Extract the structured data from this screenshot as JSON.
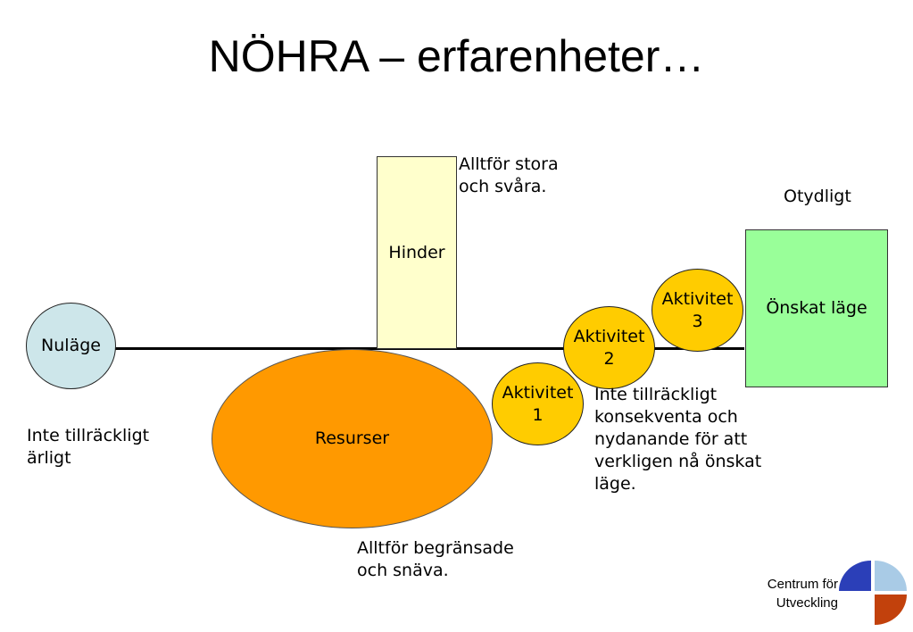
{
  "title": "NÖHRA – erfarenheter…",
  "nodes": {
    "nulage": "Nuläge",
    "resurser": "Resurser",
    "hinder": "Hinder",
    "onskat_lage": "Önskat läge",
    "aktivitet1": [
      "Aktivitet",
      "1"
    ],
    "aktivitet2": [
      "Aktivitet",
      "2"
    ],
    "aktivitet3": [
      "Aktivitet",
      "3"
    ]
  },
  "notes": {
    "hinder_note": "Alltför stora\noch svåra.",
    "onskat_note": "Otydligt",
    "nulage_note": "Inte tillräckligt\närligt",
    "resurser_note": "Alltför begränsade\noch snäva.",
    "aktivitet_note": "Inte tillräckligt\nkonsekventa och\nnydanande för att\nverkligen nå önskat\nläge."
  },
  "logo": {
    "line1": "Centrum för",
    "line2": "Utveckling",
    "colors": {
      "blue": "#2b3fb8",
      "light_blue": "#a9cbe6",
      "red": "#c2410c"
    }
  },
  "colors": {
    "nulage": "#cde6ea",
    "resurser": "#ff9900",
    "aktivitet": "#ffcc00",
    "hinder": "#ffffcc",
    "onskat_lage": "#99ff99"
  }
}
